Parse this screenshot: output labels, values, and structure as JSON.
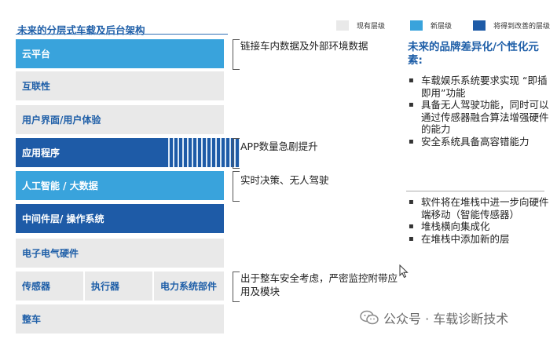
{
  "title": "未来的分层式车载及后台架构",
  "legend": [
    {
      "label": "现有层级",
      "color": "#e9e9e9"
    },
    {
      "label": "新层级",
      "color": "#39a3dc"
    },
    {
      "label": "将得到改善的层级",
      "color": "#1e5ba7"
    }
  ],
  "layers": {
    "cloud": "云平台",
    "connectivity": "互联性",
    "ui_ux": "用户界面/用户体验",
    "apps": "应用程序",
    "ai_bigdata": "人工智能 / 大数据",
    "middleware_os": "中间件层/ 操作系统",
    "ee_hardware": "电子电气硬件",
    "sensors": "传感器",
    "actuators": "执行器",
    "powertrain": "电力系统部件",
    "vehicle": "整车"
  },
  "notes": {
    "cloud": "链接车内数据及外部环境数据",
    "apps": "APP数量急剧提升",
    "ai": "实时决策、无人驾驶",
    "safety": "出于整车安全考虑，严密监控附带应用及模块"
  },
  "right_panel": {
    "title": "未来的品牌差异化/个性化元素:",
    "bullets_top": [
      "车载娱乐系统要求实现 “即插即用”功能",
      "具备无人驾驶功能，同时可以通过传感器融合算法增强硬件的能力",
      "安全系统具备高容错能力"
    ],
    "bullets_bottom": [
      "软件将在堆栈中进一步向硬件端移动（智能传感器）",
      "堆栈横向集成化",
      "在堆栈中添加新的层"
    ]
  },
  "watermark": "公众号 · 车载诊断技术"
}
